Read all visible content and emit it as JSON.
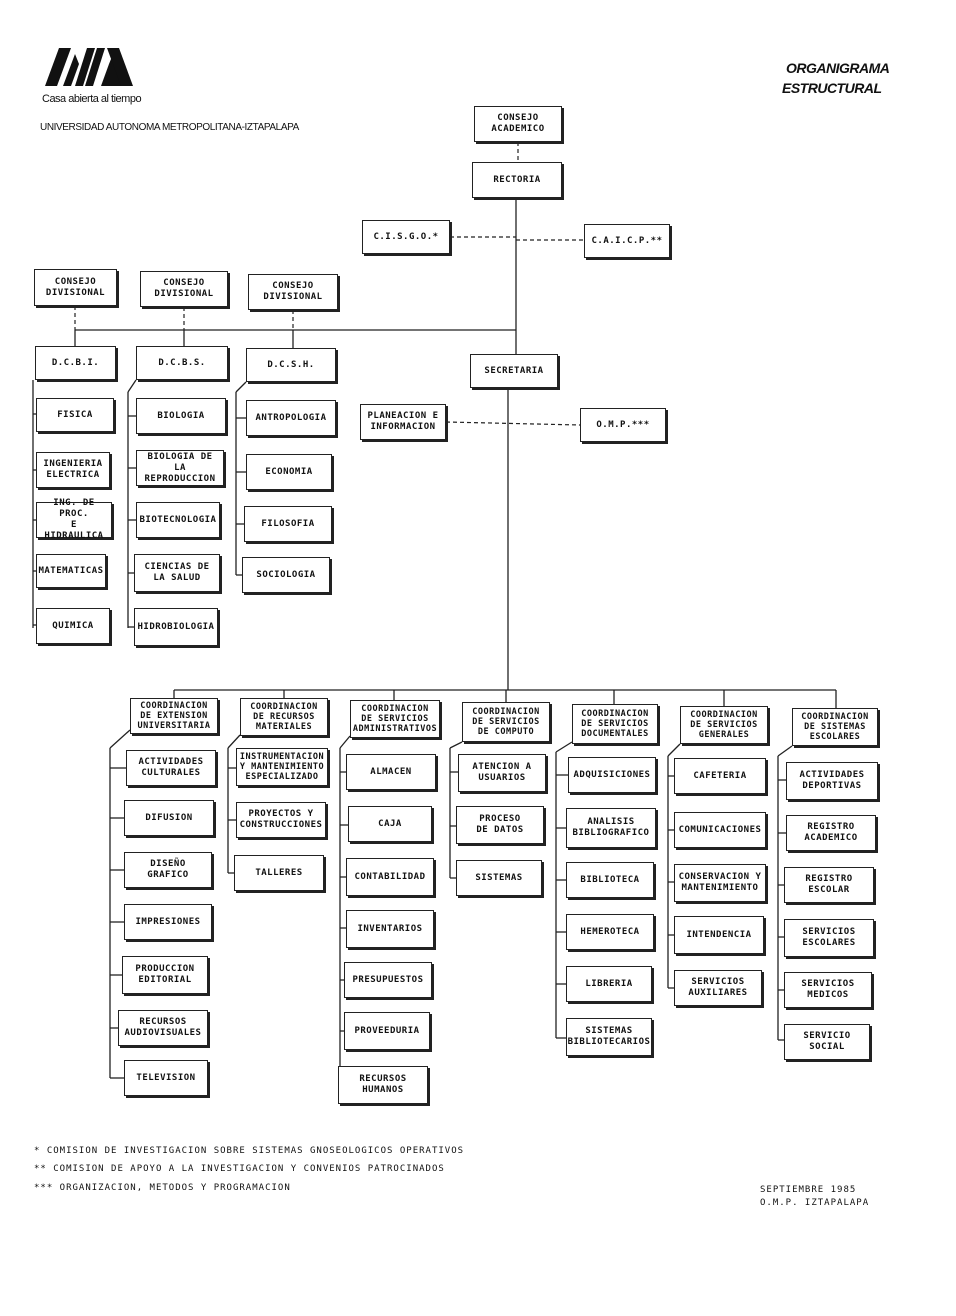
{
  "header": {
    "tagline": "Casa abierta al tiempo",
    "university": "UNIVERSIDAD AUTONOMA METROPOLITANA-IZTAPALAPA",
    "title_line1": "ORGANIGRAMA",
    "title_line2": "ESTRUCTURAL"
  },
  "boxes": {
    "consejo_academico": "CONSEJO\nACADEMICO",
    "rectoria": "RECTORIA",
    "cisgo": "C.I.S.G.O.*",
    "caicp": "C.A.I.C.P.**",
    "cd1": "CONSEJO\nDIVISIONAL",
    "cd2": "CONSEJO\nDIVISIONAL",
    "cd3": "CONSEJO\nDIVISIONAL",
    "dcbi": "D.C.B.I.",
    "dcbs": "D.C.B.S.",
    "dcsh": "D.C.S.H.",
    "secretaria": "SECRETARIA",
    "planeacion": "PLANEACION E\nINFORMACION",
    "omp": "O.M.P.***",
    "fisica": "FISICA",
    "ing_electrica": "INGENIERIA\nELECTRICA",
    "ing_proc": "ING. DE PROC.\nE HIDRAULICA",
    "matematicas": "MATEMATICAS",
    "quimica": "QUIMICA",
    "biologia": "BIOLOGIA",
    "bio_repro": "BIOLOGIA DE LA\nREPRODUCCION",
    "biotecnologia": "BIOTECNOLOGIA",
    "ciencias_salud": "CIENCIAS DE\nLA SALUD",
    "hidrobiologia": "HIDROBIOLOGIA",
    "antropologia": "ANTROPOLOGIA",
    "economia": "ECONOMIA",
    "filosofia": "FILOSOFIA",
    "sociologia": "SOCIOLOGIA",
    "coord_ext": "COORDINACION\nDE EXTENSION\nUNIVERSITARIA",
    "coord_rec": "COORDINACION\nDE RECURSOS\nMATERIALES",
    "coord_adm": "COORDINACION\nDE SERVICIOS\nADMINISTRATIVOS",
    "coord_comp": "COORDINACION\nDE SERVICIOS\nDE COMPUTO",
    "coord_doc": "COORDINACION\nDE SERVICIOS\nDOCUMENTALES",
    "coord_gen": "COORDINACION\nDE SERVICIOS\nGENERALES",
    "coord_esc": "COORDINACION\nDE SISTEMAS\nESCOLARES",
    "actividades_culturales": "ACTIVIDADES\nCULTURALES",
    "difusion": "DIFUSION",
    "diseno": "DISEÑO\nGRAFICO",
    "impresiones": "IMPRESIONES",
    "produccion": "PRODUCCION\nEDITORIAL",
    "audiovisuales": "RECURSOS\nAUDIOVISUALES",
    "television": "TELEVISION",
    "instrumentacion": "INSTRUMENTACION\nY MANTENIMIENTO\nESPECIALIZADO",
    "proyectos": "PROYECTOS Y\nCONSTRUCCIONES",
    "talleres": "TALLERES",
    "almacen": "ALMACEN",
    "caja": "CAJA",
    "contabilidad": "CONTABILIDAD",
    "inventarios": "INVENTARIOS",
    "presupuestos": "PRESUPUESTOS",
    "proveeduria": "PROVEEDURIA",
    "recursos_humanos": "RECURSOS\nHUMANOS",
    "atencion": "ATENCION A\nUSUARIOS",
    "proceso": "PROCESO\nDE DATOS",
    "sistemas": "SISTEMAS",
    "adquisiciones": "ADQUISICIONES",
    "analisis": "ANALISIS\nBIBLIOGRAFICO",
    "biblioteca": "BIBLIOTECA",
    "hemeroteca": "HEMEROTECA",
    "libreria": "LIBRERIA",
    "sistemas_bib": "SISTEMAS\nBIBLIOTECARIOS",
    "cafeteria": "CAFETERIA",
    "comunicaciones": "COMUNICACIONES",
    "conservacion": "CONSERVACION Y\nMANTENIMIENTO",
    "intendencia": "INTENDENCIA",
    "serv_aux": "SERVICIOS\nAUXILIARES",
    "act_deportivas": "ACTIVIDADES\nDEPORTIVAS",
    "registro_academico": "REGISTRO\nACADEMICO",
    "registro_escolar": "REGISTRO\nESCOLAR",
    "serv_escolares": "SERVICIOS\nESCOLARES",
    "serv_medicos": "SERVICIOS\nMEDICOS",
    "servicio_social": "SERVICIO\nSOCIAL"
  },
  "footnotes": {
    "note1": "* COMISION DE INVESTIGACION SOBRE SISTEMAS GNOSEOLOGICOS OPERATIVOS",
    "note2": "** COMISION DE APOYO A LA INVESTIGACION Y CONVENIOS PATROCINADOS",
    "note3": "*** ORGANIZACION, METODOS Y PROGRAMACION",
    "date": "SEPTIEMBRE 1985\nO.M.P. IZTAPALAPA"
  }
}
